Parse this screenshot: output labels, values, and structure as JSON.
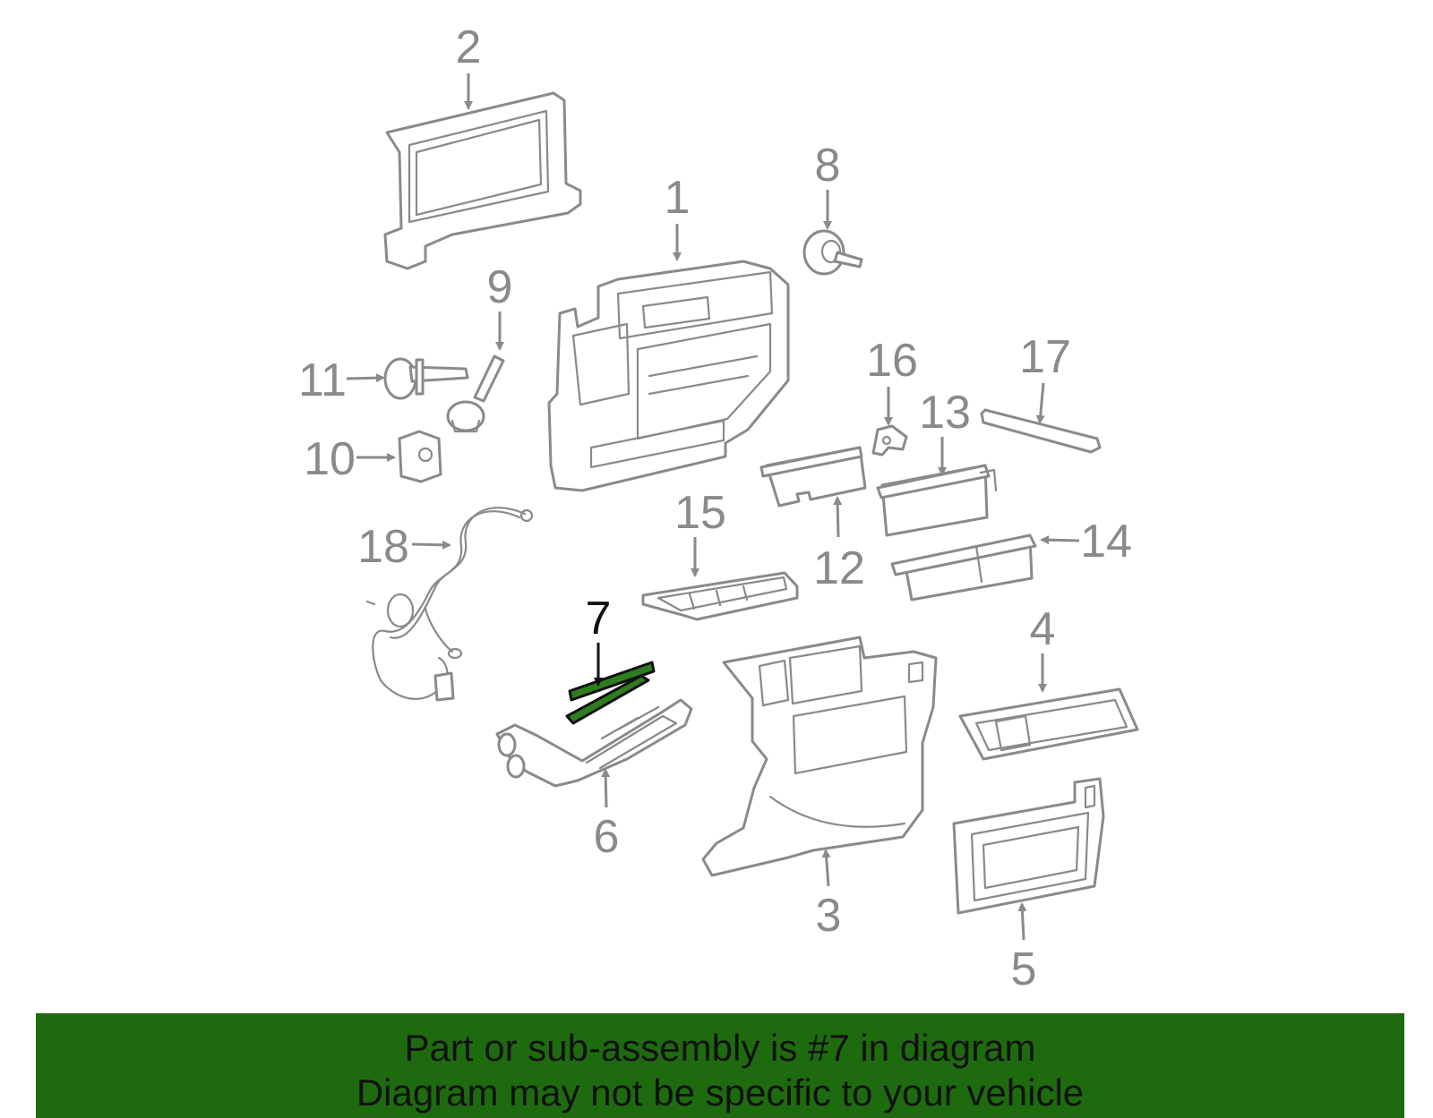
{
  "callouts": [
    {
      "id": "1",
      "label": "1",
      "active": false
    },
    {
      "id": "2",
      "label": "2",
      "active": false
    },
    {
      "id": "3",
      "label": "3",
      "active": false
    },
    {
      "id": "4",
      "label": "4",
      "active": false
    },
    {
      "id": "5",
      "label": "5",
      "active": false
    },
    {
      "id": "6",
      "label": "6",
      "active": false
    },
    {
      "id": "7",
      "label": "7",
      "active": true
    },
    {
      "id": "8",
      "label": "8",
      "active": false
    },
    {
      "id": "9",
      "label": "9",
      "active": false
    },
    {
      "id": "10",
      "label": "10",
      "active": false
    },
    {
      "id": "11",
      "label": "11",
      "active": false
    },
    {
      "id": "12",
      "label": "12",
      "active": false
    },
    {
      "id": "13",
      "label": "13",
      "active": false
    },
    {
      "id": "14",
      "label": "14",
      "active": false
    },
    {
      "id": "15",
      "label": "15",
      "active": false
    },
    {
      "id": "16",
      "label": "16",
      "active": false
    },
    {
      "id": "17",
      "label": "17",
      "active": false
    },
    {
      "id": "18",
      "label": "18",
      "active": false
    }
  ],
  "highlighted_part": "7",
  "colors": {
    "part_stroke": "#8a8a8a",
    "highlight_fill": "#2e7d1f",
    "banner_background": "#1e6b0f",
    "active_label": "#111111"
  },
  "banner": {
    "line1": "Part or sub-assembly is #7 in diagram",
    "line2": "Diagram may not be specific to your vehicle"
  }
}
